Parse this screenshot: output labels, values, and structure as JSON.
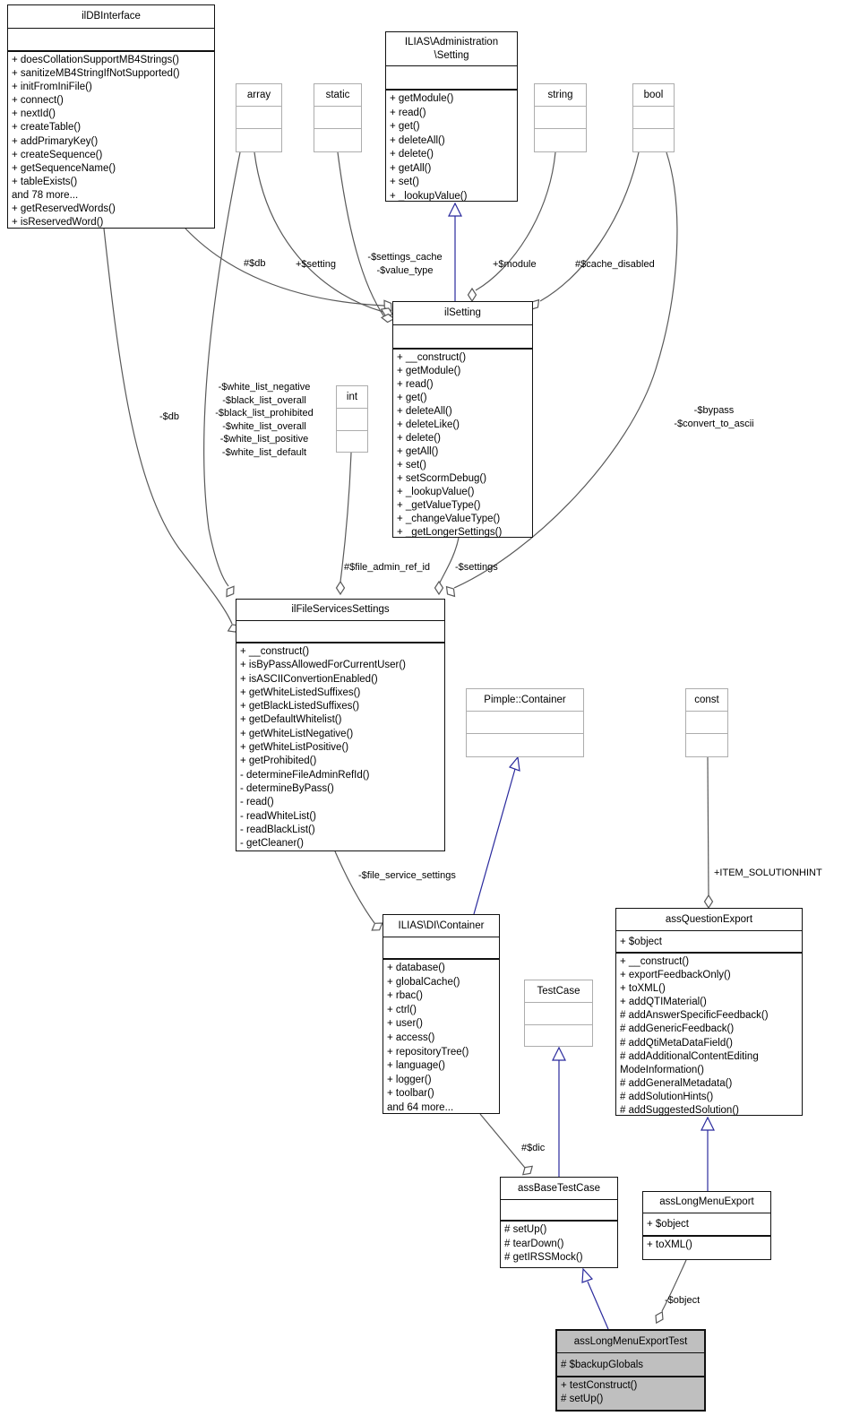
{
  "colors": {
    "inheritance_line": "#2a2a9d",
    "association_line": "#595959",
    "selected_class_bg": "#bfbfbf",
    "class_border": "#111111",
    "type_box_border": "#adadad"
  },
  "classes": {
    "ildbinterface": {
      "title": "ilDBInterface",
      "attrs": [],
      "methods": [
        "+ doesCollationSupportMB4Strings()",
        "+ sanitizeMB4StringIfNotSupported()",
        "+ initFromIniFile()",
        "+ connect()",
        "+ nextId()",
        "+ createTable()",
        "+ addPrimaryKey()",
        "+ createSequence()",
        "+ getSequenceName()",
        "+ tableExists()",
        "and 78 more...",
        "+ getReservedWords()",
        "+ isReservedWord()"
      ]
    },
    "admin_setting": {
      "title": "ILIAS\\Administration\n\\Setting",
      "attrs": [],
      "methods": [
        "+ getModule()",
        "+ read()",
        "+ get()",
        "+ deleteAll()",
        "+ delete()",
        "+ getAll()",
        "+ set()",
        "+ _lookupValue()"
      ]
    },
    "array": {
      "title": "array",
      "attrs": [],
      "methods": []
    },
    "static": {
      "title": "static",
      "attrs": [],
      "methods": []
    },
    "string": {
      "title": "string",
      "attrs": [],
      "methods": []
    },
    "bool": {
      "title": "bool",
      "attrs": [],
      "methods": []
    },
    "int": {
      "title": "int",
      "attrs": [],
      "methods": []
    },
    "ilsetting": {
      "title": "ilSetting",
      "attrs": [],
      "methods": [
        "+ __construct()",
        "+ getModule()",
        "+ read()",
        "+ get()",
        "+ deleteAll()",
        "+ deleteLike()",
        "+ delete()",
        "+ getAll()",
        "+ set()",
        "+ setScormDebug()",
        "+ _lookupValue()",
        "+ _getValueType()",
        "+ _changeValueType()",
        "+ _getLongerSettings()"
      ]
    },
    "ilfileservicessettings": {
      "title": "ilFileServicesSettings",
      "attrs": [],
      "methods": [
        "+ __construct()",
        "+ isByPassAllowedForCurrentUser()",
        "+ isASCIIConvertionEnabled()",
        "+ getWhiteListedSuffixes()",
        "+ getBlackListedSuffixes()",
        "+ getDefaultWhitelist()",
        "+ getWhiteListNegative()",
        "+ getWhiteListPositive()",
        "+ getProhibited()",
        "- determineFileAdminRefId()",
        "- determineByPass()",
        "- read()",
        "- readWhiteList()",
        "- readBlackList()",
        "- getCleaner()"
      ]
    },
    "pimple_container": {
      "title": "Pimple::Container",
      "attrs": [],
      "methods": []
    },
    "const": {
      "title": "const",
      "attrs": [],
      "methods": []
    },
    "di_container": {
      "title": "ILIAS\\DI\\Container",
      "attrs": [],
      "methods": [
        "+ database()",
        "+ globalCache()",
        "+ rbac()",
        "+ ctrl()",
        "+ user()",
        "+ access()",
        "+ repositoryTree()",
        "+ language()",
        "+ logger()",
        "+ toolbar()",
        "and 64 more..."
      ]
    },
    "testcase": {
      "title": "TestCase",
      "attrs": [],
      "methods": []
    },
    "assquestionexport": {
      "title": "assQuestionExport",
      "attrs": [
        "+ $object"
      ],
      "methods": [
        "+ __construct()",
        "+ exportFeedbackOnly()",
        "+ toXML()",
        "+ addQTIMaterial()",
        "# addAnswerSpecificFeedback()",
        "# addGenericFeedback()",
        "# addQtiMetaDataField()",
        "# addAdditionalContentEditing",
        "ModeInformation()",
        "# addGeneralMetadata()",
        "# addSolutionHints()",
        "# addSuggestedSolution()"
      ]
    },
    "assbasetestcase": {
      "title": "assBaseTestCase",
      "attrs": [],
      "methods": [
        "# setUp()",
        "# tearDown()",
        "# getIRSSMock()"
      ]
    },
    "asslongmenuexport": {
      "title": "assLongMenuExport",
      "attrs": [
        "+ $object"
      ],
      "methods": [
        "+ toXML()"
      ]
    },
    "asslongmenuexporttest": {
      "title": "assLongMenuExportTest",
      "attrs": [
        "# $backupGlobals"
      ],
      "methods": [
        "+ testConstruct()",
        "# setUp()"
      ]
    }
  },
  "edge_labels": {
    "db_setting": "#$db",
    "setting": "+$setting",
    "settings_cache": [
      "-$settings_cache",
      "-$value_type"
    ],
    "module": "+$module",
    "cache_disabled": "#$cache_disabled",
    "db_filesvc": "-$db",
    "white_lists": [
      "-$white_list_negative",
      "-$black_list_overall",
      "-$black_list_prohibited",
      "-$white_list_overall",
      "-$white_list_positive",
      "-$white_list_default"
    ],
    "bypass": [
      "-$bypass",
      "-$convert_to_ascii"
    ],
    "file_admin_ref_id": "#$file_admin_ref_id",
    "settings_ref": "-$settings",
    "file_service_settings": "-$file_service_settings",
    "item_solutionhint": "+ITEM_SOLUTIONHINT",
    "dic": "#$dic",
    "object": "-$object"
  }
}
